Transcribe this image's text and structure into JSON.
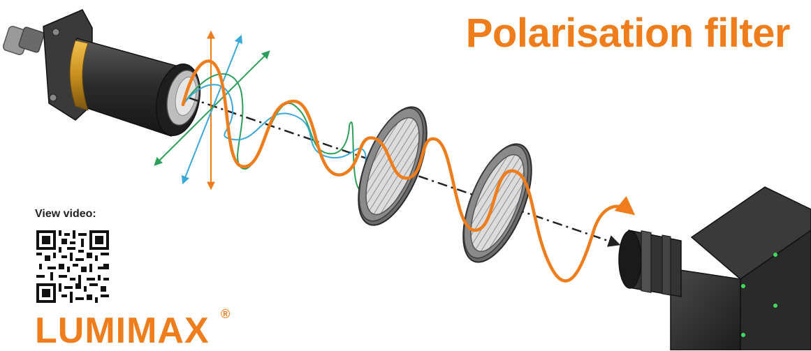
{
  "title": "Polarisation filter",
  "video_label": "View video:",
  "brand": {
    "name": "LUMIMAX",
    "mark": "®"
  },
  "colors": {
    "accent": "#f07d1b",
    "wave_orange": "#f07d1b",
    "wave_blue": "#3aa8d8",
    "wave_green": "#2e9e5b",
    "hardware": "#2b2b2b",
    "ring": "#c8901e",
    "filter_frame": "#555555",
    "led_green": "#3ddc5a"
  },
  "icons": [
    "light-source",
    "polarisation-filter",
    "camera",
    "qr-code",
    "axis-arrow"
  ]
}
